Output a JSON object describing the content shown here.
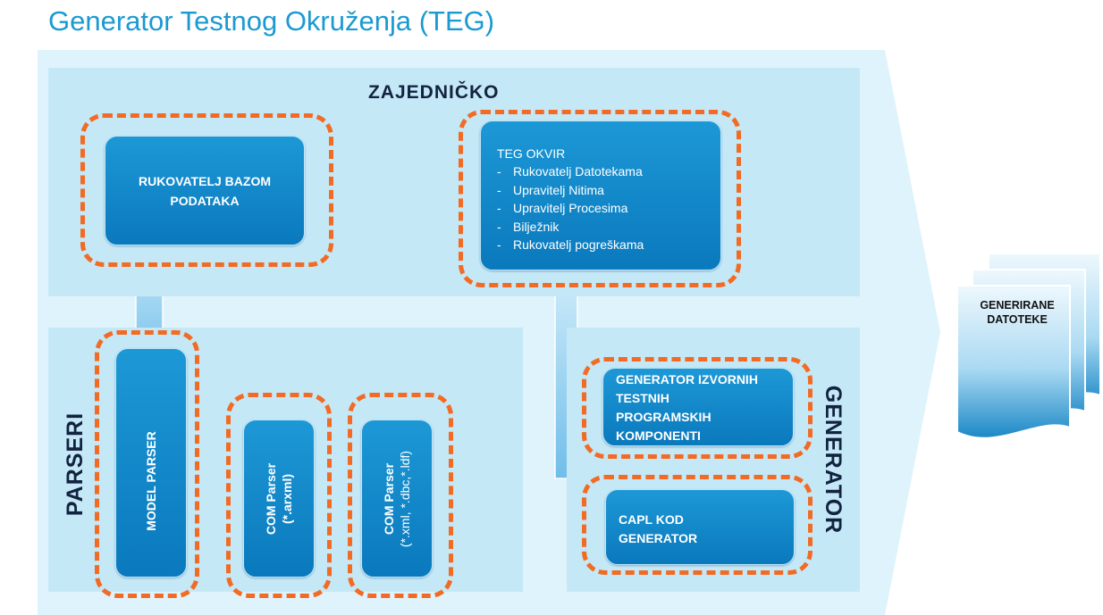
{
  "title": "Generator Testnog Okruženja (TEG)",
  "sections": {
    "common": "ZAJEDNIČKO",
    "parsers": "PARSERI",
    "generator": "GENERATOR"
  },
  "boxes": {
    "db_handler": "RUKOVATELJ BAZOM PODATAKA",
    "teg_framework": {
      "title": "TEG OKVIR",
      "items": [
        "Rukovatelj Datotekama",
        "Upravitelj Nitima",
        "Upravitelj Procesima",
        "Bilježnik",
        "Rukovatelj pogreškama"
      ]
    },
    "model_parser": "MODEL PARSER",
    "com_parser_arxml": {
      "line1": "COM Parser",
      "line2": "(*.arxml)"
    },
    "com_parser_xml": {
      "line1": "COM Parser",
      "line2": "(*.xml, *.dbc,*.ldf)"
    },
    "source_generator": "GENERATOR IZVORNIH TESTNIH PROGRAMSKIH KOMPONENTI",
    "capl_generator": "CAPL KOD GENERATOR"
  },
  "output": "GENERIRANE DATOTEKE",
  "colors": {
    "title": "#1b9ad2",
    "background_panel": "#dff3fc",
    "section": "#c5e8f7",
    "box": "#0a79bd",
    "dash": "#f26b24"
  }
}
